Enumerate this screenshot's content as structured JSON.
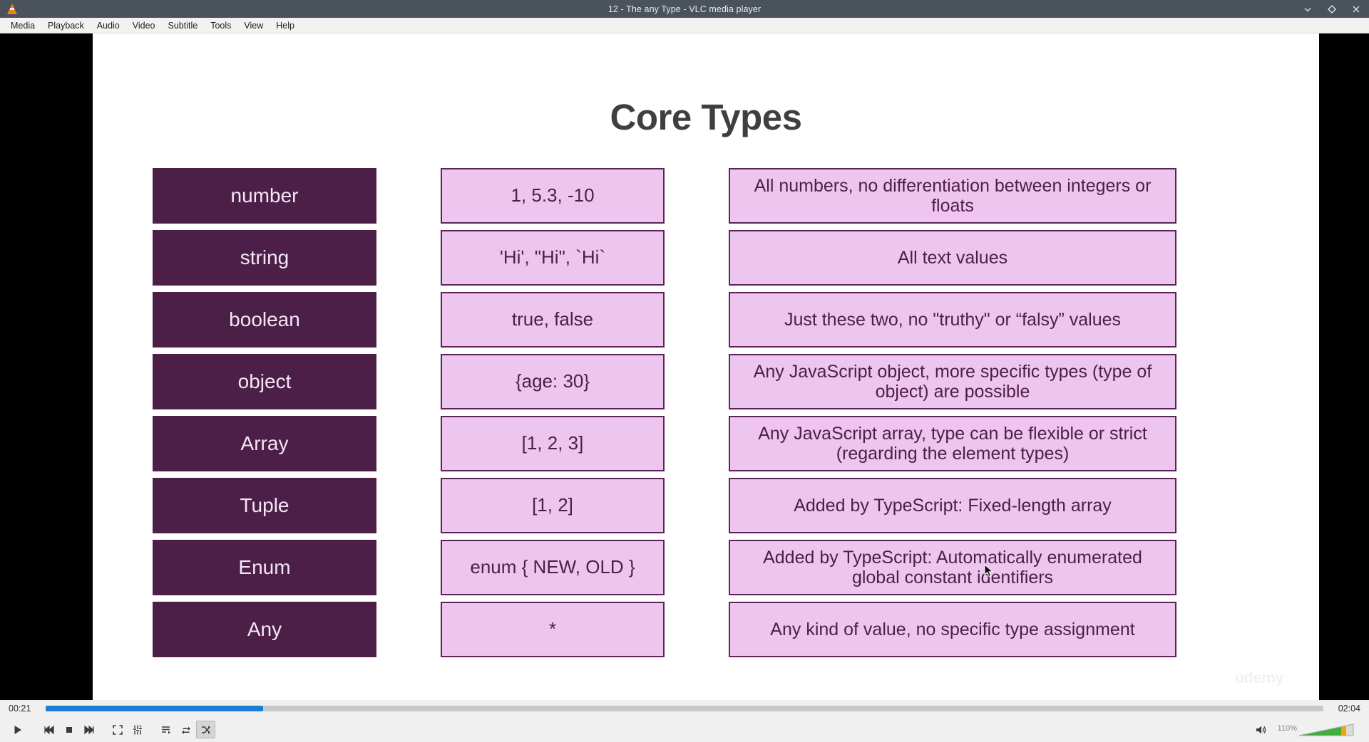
{
  "window": {
    "title": "12 - The any Type - VLC media player",
    "logo_icon": "vlc-cone-icon",
    "controls": [
      {
        "name": "minimize-button",
        "icon": "chevron-down-icon"
      },
      {
        "name": "maximize-button",
        "icon": "diamond-icon"
      },
      {
        "name": "close-button",
        "icon": "close-icon"
      }
    ]
  },
  "menubar": {
    "items": [
      {
        "label": "Media"
      },
      {
        "label": "Playback"
      },
      {
        "label": "Audio"
      },
      {
        "label": "Video"
      },
      {
        "label": "Subtitle"
      },
      {
        "label": "Tools"
      },
      {
        "label": "View"
      },
      {
        "label": "Help"
      }
    ]
  },
  "slide": {
    "title": "Core Types",
    "watermark": "udemy",
    "rows": [
      {
        "type": "number",
        "example": "1, 5.3, -10",
        "description": "All numbers, no differentiation between integers or floats"
      },
      {
        "type": "string",
        "example": "'Hi', \"Hi\", `Hi`",
        "description": "All text values"
      },
      {
        "type": "boolean",
        "example": "true, false",
        "description": "Just these two, no \"truthy\" or “falsy” values"
      },
      {
        "type": "object",
        "example": "{age: 30}",
        "description": "Any JavaScript object, more specific types (type of object) are possible"
      },
      {
        "type": "Array",
        "example": "[1, 2, 3]",
        "description": "Any JavaScript array, type can be flexible or strict (regarding the element types)"
      },
      {
        "type": "Tuple",
        "example": "[1, 2]",
        "description": "Added by TypeScript: Fixed-length array"
      },
      {
        "type": "Enum",
        "example": "enum { NEW, OLD }",
        "description": "Added by TypeScript: Automatically enumerated global constant identifiers"
      },
      {
        "type": "Any",
        "example": "*",
        "description": "Any kind of value, no specific type assignment"
      }
    ]
  },
  "player": {
    "elapsed": "00:21",
    "duration": "02:04",
    "progress_percent": 17,
    "volume_label": "110%",
    "volume_percent": 73,
    "buttons": [
      {
        "name": "play-button",
        "icon": "play-icon"
      },
      {
        "name": "previous-button",
        "icon": "skip-backward-icon"
      },
      {
        "name": "stop-button",
        "icon": "stop-icon"
      },
      {
        "name": "next-button",
        "icon": "skip-forward-icon"
      },
      {
        "name": "fullscreen-button",
        "icon": "fullscreen-icon"
      },
      {
        "name": "extended-settings-button",
        "icon": "equalizer-icon"
      },
      {
        "name": "playlist-button",
        "icon": "playlist-icon"
      },
      {
        "name": "loop-button",
        "icon": "loop-icon"
      },
      {
        "name": "random-button",
        "icon": "shuffle-icon"
      }
    ],
    "mute_icon": "speaker-icon"
  },
  "colors": {
    "titlebar": "#4a525c",
    "accent_seek": "#1a7fd4",
    "type_box": "#4c1f49",
    "example_box": "#eec5ee",
    "box_border": "#5a2458"
  }
}
